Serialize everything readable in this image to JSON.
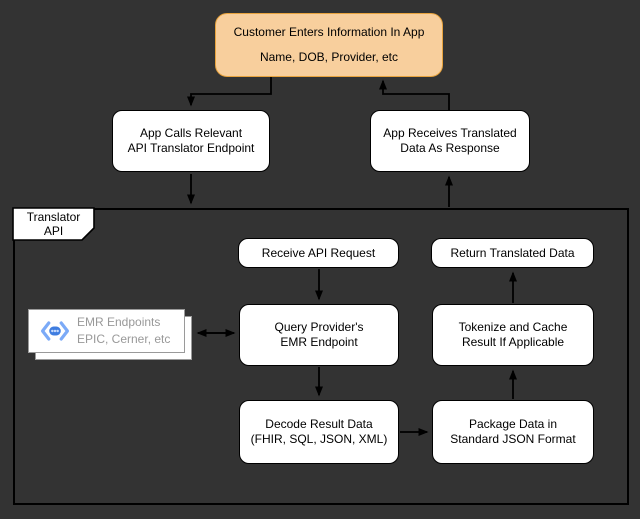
{
  "nodes": {
    "customer": {
      "line1": "Customer Enters Information In App",
      "line2": "Name, DOB, Provider, etc"
    },
    "app_calls": {
      "line1": "App Calls Relevant",
      "line2": "API Translator Endpoint"
    },
    "app_receives": {
      "line1": "App Receives Translated",
      "line2": "Data As Response"
    },
    "translator_group": {
      "line1": "Translator",
      "line2": "API"
    },
    "receive_request": {
      "line1": "Receive API Request"
    },
    "return_data": {
      "line1": "Return Translated Data"
    },
    "emr_endpoints": {
      "line1": "EMR Endpoints",
      "line2": "EPIC, Cerner, etc",
      "icon": "cloud-api-icon"
    },
    "query_emr": {
      "line1": "Query Provider's",
      "line2": "EMR Endpoint"
    },
    "tokenize": {
      "line1": "Tokenize and Cache",
      "line2": "Result If Applicable"
    },
    "decode": {
      "line1": "Decode Result Data",
      "line2": "(FHIR, SQL, JSON, XML)"
    },
    "package": {
      "line1": "Package Data in",
      "line2": "Standard JSON Format"
    }
  },
  "edges": [
    {
      "from": "customer",
      "to": "app_calls",
      "direction": "one-way"
    },
    {
      "from": "app_receives",
      "to": "customer",
      "direction": "one-way"
    },
    {
      "from": "app_calls",
      "to": "translator_group",
      "direction": "one-way"
    },
    {
      "from": "translator_group",
      "to": "app_receives",
      "direction": "one-way"
    },
    {
      "from": "receive_request",
      "to": "query_emr",
      "direction": "one-way"
    },
    {
      "from": "query_emr",
      "to": "emr_endpoints",
      "direction": "two-way"
    },
    {
      "from": "query_emr",
      "to": "decode",
      "direction": "one-way"
    },
    {
      "from": "decode",
      "to": "package",
      "direction": "one-way"
    },
    {
      "from": "package",
      "to": "tokenize",
      "direction": "one-way"
    },
    {
      "from": "tokenize",
      "to": "return_data",
      "direction": "one-way"
    }
  ],
  "colors": {
    "background": "#333333",
    "node_fill": "#ffffff",
    "node_stroke": "#000000",
    "highlight_fill": "#f8cf9d",
    "highlight_stroke": "#e8a33d",
    "muted_text": "#999999",
    "icon_blue_light": "#7baaf7",
    "icon_blue_dark": "#3f7de0",
    "arrow": "#000000"
  }
}
